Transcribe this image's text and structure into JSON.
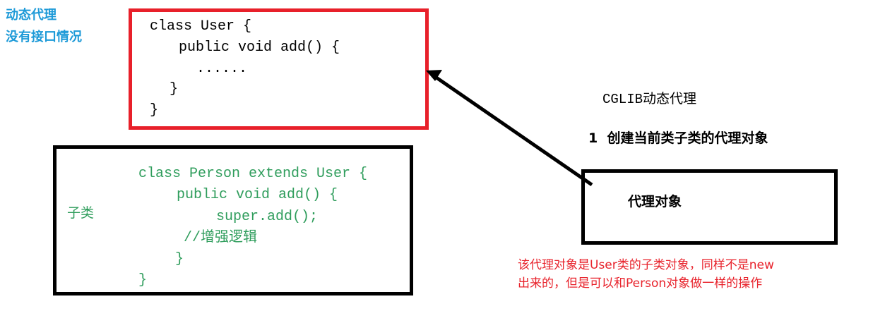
{
  "title_lines": [
    "动态代理",
    "没有接口情况"
  ],
  "user_class": [
    "class User {",
    "public void add() {",
    "......",
    "}",
    "}"
  ],
  "subclass_label": "子类",
  "person_class": [
    "class Person extends User {",
    "public void add() {",
    "super.add();",
    "//增强逻辑",
    "}",
    "}"
  ],
  "cglib_title": "CGLIB动态代理",
  "step1": "1  创建当前类子类的代理对象",
  "proxy_box_label": "代理对象",
  "note_lines": [
    "该代理对象是User类的子类对象，同样不是new",
    "出来的，但是可以和Person对象做一样的操作"
  ],
  "colors": {
    "user_box": "#e8202a",
    "title": "#1d9ad8",
    "code_green": "#2f9d5c",
    "note": "#e8232c"
  }
}
